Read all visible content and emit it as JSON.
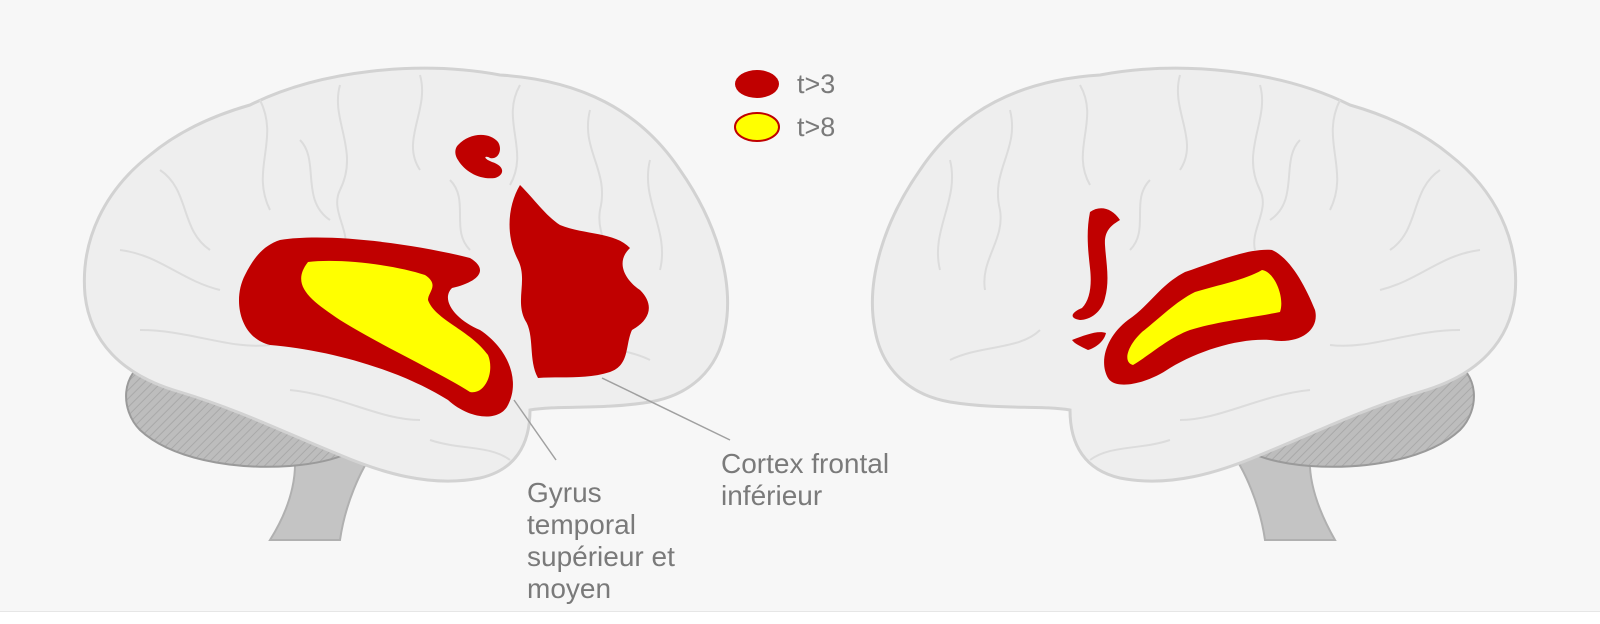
{
  "legend": {
    "items": [
      {
        "label": "t>3",
        "color": "#c00000"
      },
      {
        "label": "t>8",
        "color": "#ffff00"
      }
    ]
  },
  "labels": {
    "temporal": [
      "Gyrus",
      "temporal",
      "supérieur et",
      "moyen"
    ],
    "frontal": [
      "Cortex frontal",
      "inférieur"
    ]
  },
  "colors": {
    "background": "#f7f7f7",
    "brain_fill": "#eeeeee",
    "brain_outline": "#d2d2d2",
    "cerebellum": "#bdbdbd",
    "activation_t3": "#c00000",
    "activation_t8": "#ffff00",
    "text": "#7a7a7a"
  }
}
